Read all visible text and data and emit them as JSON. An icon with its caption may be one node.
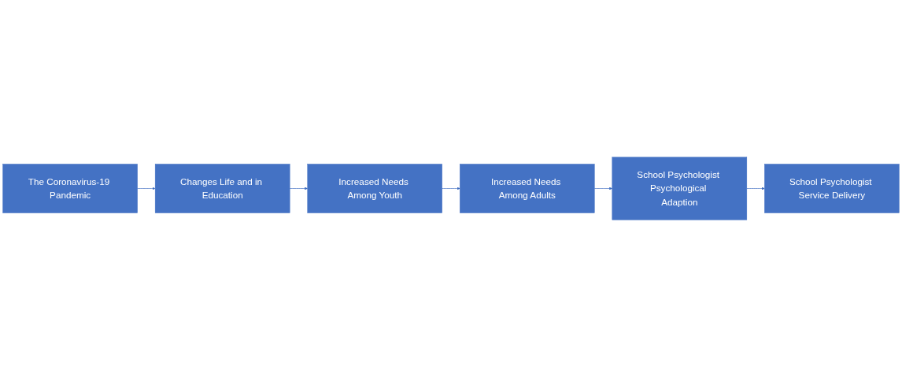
{
  "diagram": {
    "nodes": [
      {
        "text": [
          "The Coronavirus-19 Pandemic"
        ]
      },
      {
        "text": [
          "Changes Life and in Education"
        ]
      },
      {
        "text": [
          "Increased Needs Among Youth"
        ]
      },
      {
        "text": [
          "Increased Needs Among Adults"
        ]
      },
      {
        "text": [
          "School Psychologist Psychological Adaption"
        ]
      },
      {
        "text": [
          "School Psychologist Service Delivery"
        ]
      }
    ],
    "edges": [
      {
        "from": 0,
        "to": 1,
        "arrow": "to"
      },
      {
        "from": 1,
        "to": 2,
        "arrow": "to"
      },
      {
        "from": 2,
        "to": 3,
        "arrow": "to"
      },
      {
        "from": 3,
        "to": 4,
        "arrow": "to"
      },
      {
        "from": 4,
        "to": 5,
        "arrow": "to"
      }
    ]
  }
}
